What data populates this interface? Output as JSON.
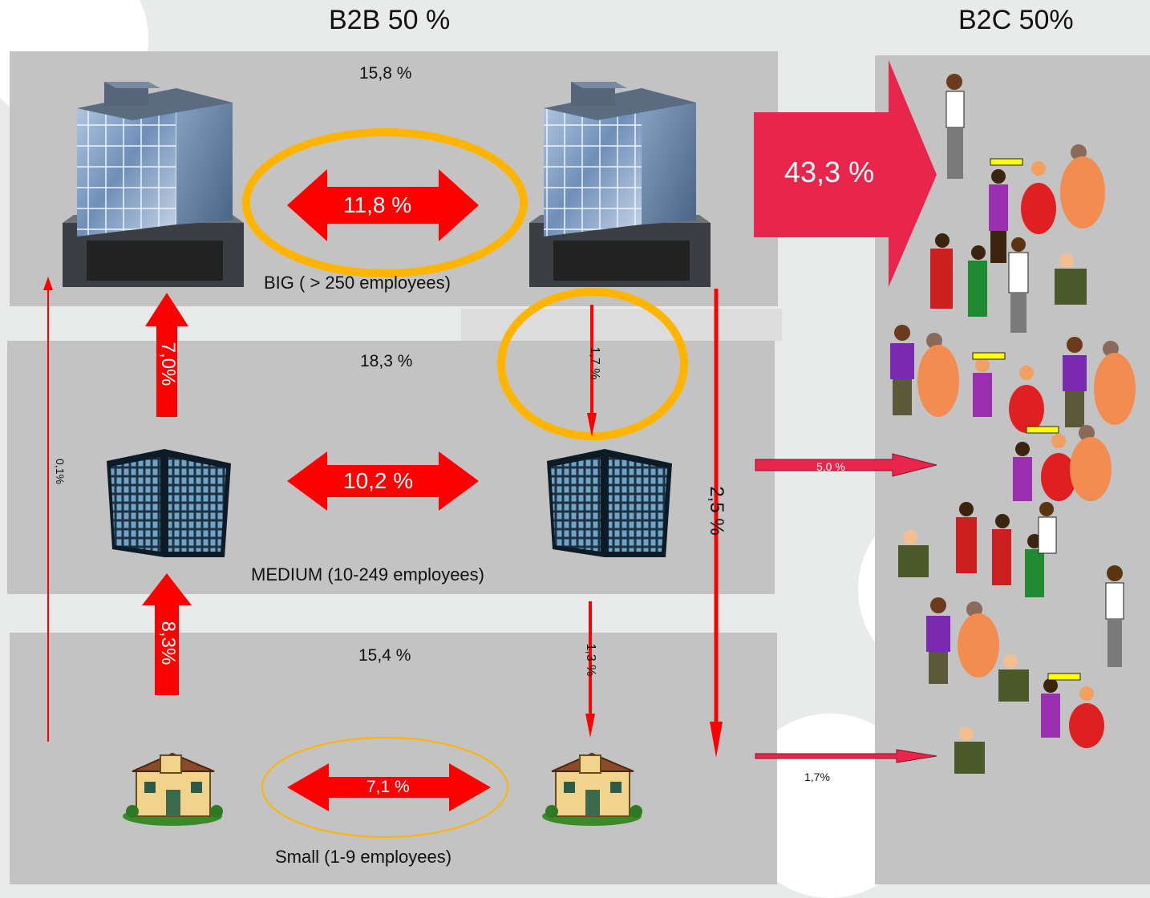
{
  "headers": {
    "b2b": "B2B 50 %",
    "b2c": "B2C 50%"
  },
  "tiers": {
    "big": {
      "share": "15,8 %",
      "label": "BIG ( > 250 employees)",
      "internal": "11,8 %"
    },
    "medium": {
      "share": "18,3 %",
      "label": "MEDIUM (10-249 employees)",
      "internal": "10,2 %"
    },
    "small": {
      "share": "15,4 %",
      "label": "Small (1-9 employees)",
      "internal": "7,1 %"
    }
  },
  "flows": {
    "medium_to_big": "7,0%",
    "small_to_medium": "8,3%",
    "small_to_big": "0,1%",
    "big_to_medium": "1,7 %",
    "medium_to_small": "1,3 %",
    "big_to_small": "2,5 %",
    "big_to_b2c": "43,3 %",
    "medium_to_b2c": "5,0 %",
    "small_to_b2c": "1,7%"
  },
  "colors": {
    "arrow_red": "#ff0000",
    "b2c_arrow": "#e8264c",
    "highlight_ring": "#ffb400",
    "panel": "#c3c3c3"
  },
  "icons": {
    "big_company": "office-tower-icon",
    "medium_company": "dark-office-building-icon",
    "small_company": "small-house-building-icon",
    "consumers": "people-crowd-icon"
  }
}
